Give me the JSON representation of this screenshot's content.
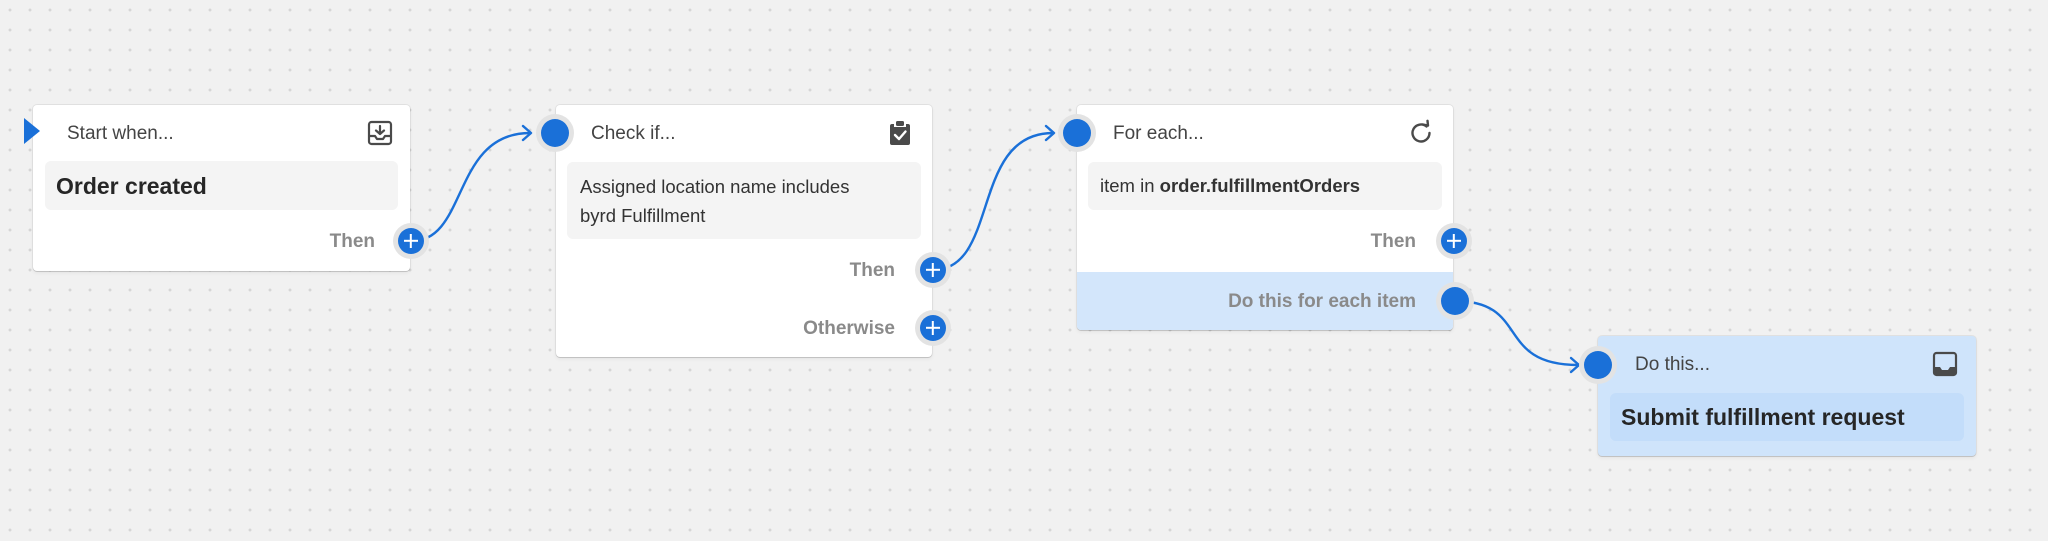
{
  "colors": {
    "accent": "#1a70d8",
    "canvas": "#f1f1f1",
    "selected_card": "#cfe4fb"
  },
  "nodes": {
    "trigger": {
      "header": "Start when...",
      "icon": "inbox-download-icon",
      "event": "Order created",
      "branch_then": "Then"
    },
    "condition": {
      "header": "Check if...",
      "icon": "clipboard-check-icon",
      "condition_line1": "Assigned location name includes",
      "condition_line2": "byrd Fulfillment",
      "branch_then": "Then",
      "branch_otherwise": "Otherwise"
    },
    "loop": {
      "header": "For each...",
      "icon": "refresh-icon",
      "item_prefix": "item in",
      "item_source": "order.fulfillmentOrders",
      "branch_then": "Then",
      "branch_each": "Do this for each item"
    },
    "action": {
      "header": "Do this...",
      "icon": "inbox-tray-icon",
      "action": "Submit fulfillment request"
    }
  }
}
